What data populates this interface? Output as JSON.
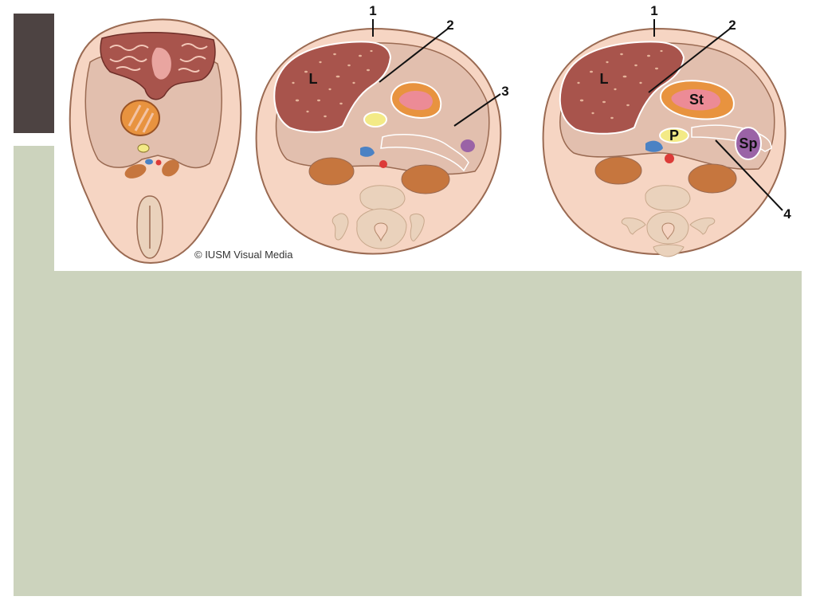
{
  "figure": {
    "copyright": "© IUSM Visual Media",
    "panel2_labels": {
      "n1": "1",
      "n2": "2",
      "n3": "3",
      "liver": "L"
    },
    "panel3_labels": {
      "n1": "1",
      "n2": "2",
      "n4": "4",
      "liver": "L",
      "stomach": "St",
      "pancreas": "P",
      "spleen": "Sp"
    }
  },
  "colors": {
    "dark_bar": "#4d4342",
    "green_panel": "#ccd3bd",
    "skin": "#f6d5c3",
    "body_wall": "#e2bfae",
    "liver": "#a8544c",
    "kidney": "#c6763e",
    "vertebra": "#ead2bc",
    "pancreas": "#f3ea86",
    "spleen": "#9a63a6",
    "ivc": "#4b82c4",
    "aorta": "#dc3b38"
  }
}
